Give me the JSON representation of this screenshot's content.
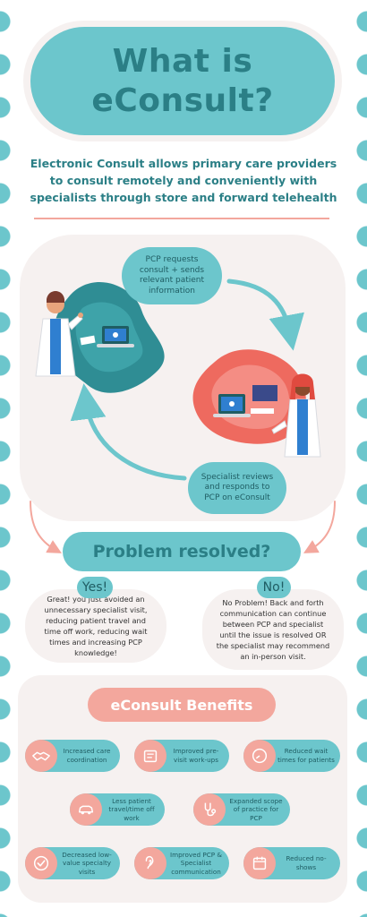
{
  "title": {
    "line1": "What is",
    "line2": "eConsult?"
  },
  "intro": {
    "line1": "Electronic Consult allows primary care providers",
    "line2": "to consult remotely and conveniently with",
    "line3": "specialists through store and forward telehealth"
  },
  "cycle": {
    "pcp_step": {
      "line1": "PCP requests",
      "line2": "consult + sends",
      "line3": "relevant patient",
      "line4": "information"
    },
    "specialist_step": {
      "line1": "Specialist reviews",
      "line2": "and responds to",
      "line3": "PCP on eConsult"
    }
  },
  "problem": {
    "question": "Problem resolved?",
    "yes_label": "Yes!",
    "yes_text": "Great! you just avoided an unnecessary specialist visit, reducing patient travel and time off work, reducing wait times and increasing PCP knowledge!",
    "no_label": "No!",
    "no_text": "No Problem! Back and forth communication can continue between PCP and specialist until the issue is resolved OR the specialist may recommend an in-person visit."
  },
  "benefits": {
    "title": "eConsult Benefits",
    "items": [
      {
        "label": "Increased care coordination",
        "icon": "handshake-icon"
      },
      {
        "label": "Improved pre-visit work-ups",
        "icon": "clipboard-icon"
      },
      {
        "label": "Reduced wait times for patients",
        "icon": "clock-icon"
      },
      {
        "label": "Less patient travel/time off work",
        "icon": "car-icon"
      },
      {
        "label": "Expanded scope of practice for PCP",
        "icon": "stethoscope-icon"
      },
      {
        "label": "Decreased low-value specialty visits",
        "icon": "checkmark-icon"
      },
      {
        "label": "Improved PCP & Specialist communication",
        "icon": "ear-icon"
      },
      {
        "label": "Reduced no-shows",
        "icon": "calendar-icon"
      }
    ]
  },
  "colors": {
    "teal": "#6cc6cc",
    "dark_teal": "#2b7f86",
    "salmon": "#f3a79d",
    "panel": "#f6f1f0"
  }
}
